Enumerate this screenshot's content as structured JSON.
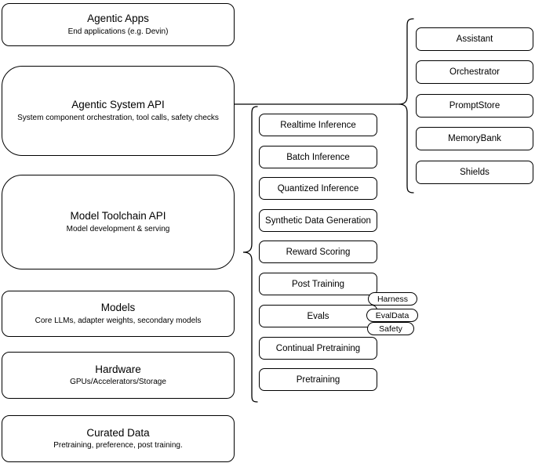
{
  "diagram": {
    "colors": {
      "stroke": "#000000",
      "fill": "#ffffff",
      "text": "#000000",
      "background": "#ffffff"
    },
    "stack": [
      {
        "title": "Agentic Apps",
        "subtitle": "End applications (e.g. Devin)"
      },
      {
        "title": "Agentic System API",
        "subtitle": "System component orchestration, tool calls, safety checks"
      },
      {
        "title": "Model Toolchain API",
        "subtitle": "Model development & serving"
      },
      {
        "title": "Models",
        "subtitle": "Core LLMs, adapter weights, secondary models"
      },
      {
        "title": "Hardware",
        "subtitle": "GPUs/Accelerators/Storage"
      },
      {
        "title": "Curated Data",
        "subtitle": "Pretraining, preference, post training."
      }
    ],
    "toolchain_components": [
      {
        "label": "Realtime Inference"
      },
      {
        "label": "Batch Inference"
      },
      {
        "label": "Quantized Inference"
      },
      {
        "label": "Synthetic Data Generation"
      },
      {
        "label": "Reward Scoring"
      },
      {
        "label": "Post Training"
      },
      {
        "label": "Evals"
      },
      {
        "label": "Continual Pretraining"
      },
      {
        "label": "Pretraining"
      }
    ],
    "system_components": [
      {
        "label": "Assistant"
      },
      {
        "label": "Orchestrator"
      },
      {
        "label": "PromptStore"
      },
      {
        "label": "MemoryBank"
      },
      {
        "label": "Shields"
      }
    ],
    "eval_tags": [
      {
        "label": "Harness"
      },
      {
        "label": "EvalData"
      },
      {
        "label": "Safety"
      }
    ]
  }
}
